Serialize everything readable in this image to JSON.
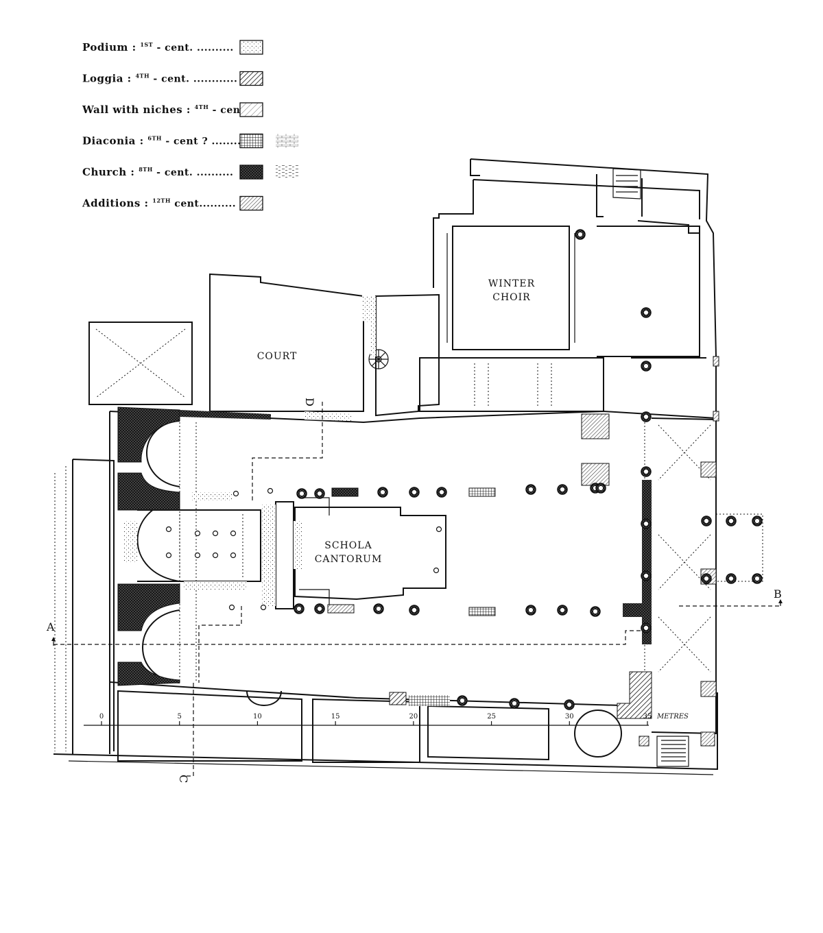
{
  "legend": {
    "items": [
      {
        "key": "podium",
        "label": "Podium : ",
        "sup": "1ST",
        "rest": " - cent.",
        "leader": " ..........",
        "pattern": "stipple",
        "extra_pattern": ""
      },
      {
        "key": "loggia",
        "label": "Loggia : ",
        "sup": "4TH",
        "rest": " - cent.",
        "leader": " ............",
        "pattern": "hatch-dense",
        "extra_pattern": ""
      },
      {
        "key": "wall-niches",
        "label": "Wall with niches : ",
        "sup": "4TH",
        "rest": " - cent ?",
        "leader": "",
        "pattern": "hatch-light",
        "extra_pattern": ""
      },
      {
        "key": "diaconia",
        "label": "Diaconia : ",
        "sup": "6TH",
        "rest": " - cent ?",
        "leader": " .........",
        "pattern": "grid",
        "extra_pattern": "brick"
      },
      {
        "key": "church",
        "label": "Church : ",
        "sup": "8TH",
        "rest": " - cent.",
        "leader": " ..........",
        "pattern": "crosshatch",
        "extra_pattern": "dashes"
      },
      {
        "key": "additions",
        "label": "Additions : ",
        "sup": "12TH",
        "rest": " cent",
        "leader": "..........",
        "pattern": "hatch-medium",
        "extra_pattern": ""
      }
    ]
  },
  "rooms": {
    "court": "COURT",
    "winter_choir_1": "WINTER",
    "winter_choir_2": "CHOIR",
    "schola_1": "SCHOLA",
    "schola_2": "CANTORUM"
  },
  "sections": {
    "a": "A",
    "b": "B",
    "c": "C",
    "d": "D"
  },
  "scale": {
    "ticks": [
      "0",
      "5",
      "10",
      "15",
      "20",
      "25",
      "30",
      "35"
    ],
    "unit": "METRES"
  }
}
